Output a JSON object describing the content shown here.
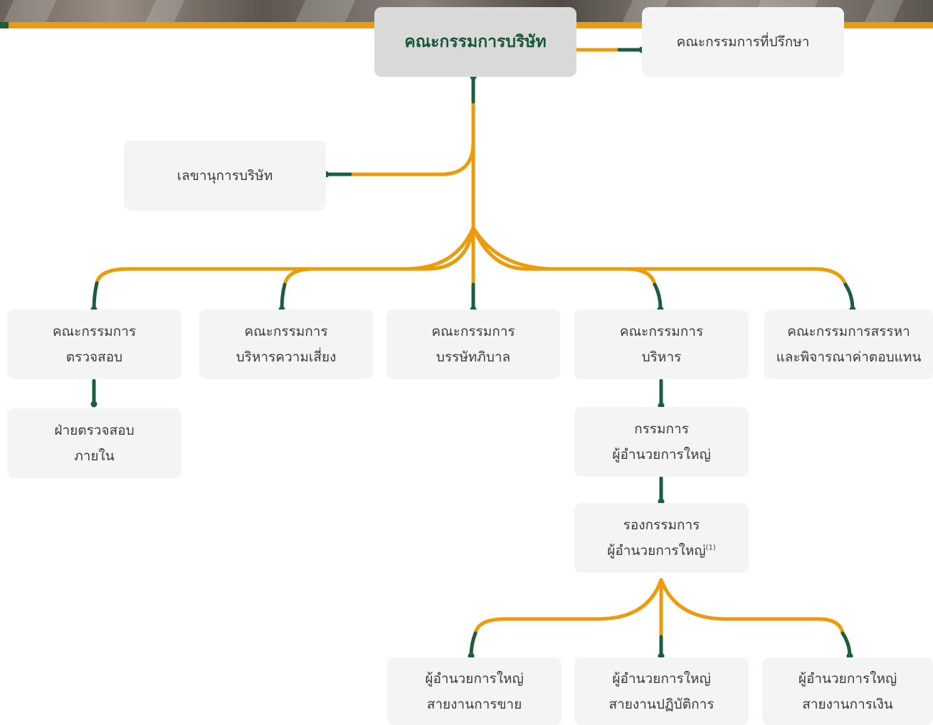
{
  "board": {
    "label": "คณะกรรมการบริษัท"
  },
  "advisory": {
    "label": "คณะกรรมการที่ปรึกษา"
  },
  "secretary": {
    "label": "เลขานุการบริษัท"
  },
  "committees": [
    {
      "line1": "คณะกรรมการ",
      "line2": "ตรวจสอบ"
    },
    {
      "line1": "คณะกรรมการ",
      "line2": "บริหารความเสี่ยง"
    },
    {
      "line1": "คณะกรรมการ",
      "line2": "บรรษัทภิบาล"
    },
    {
      "line1": "คณะกรรมการ",
      "line2": "บริหาร"
    },
    {
      "line1": "คณะกรรมการสรรหา",
      "line2": "และพิจารณาค่าตอบแทน"
    }
  ],
  "internal_audit": {
    "line1": "ฝ่ายตรวจสอบ",
    "line2": "ภายใน"
  },
  "president": {
    "line1": "กรรมการ",
    "line2": "ผู้อำนวยการใหญ่"
  },
  "senior_vp": {
    "line1": "รองกรรมการ",
    "line2": "ผู้อำนวยการใหญ่",
    "footnote": "(1)"
  },
  "divisions": [
    {
      "line1": "ผู้อำนวยการใหญ่",
      "line2": "สายงานการขาย"
    },
    {
      "line1": "ผู้อำนวยการใหญ่",
      "line2": "สายงานปฏิบัติการ"
    },
    {
      "line1": "ผู้อำนวยการใหญ่",
      "line2": "สายงานการเงิน"
    }
  ],
  "colors": {
    "orange": "#ee9b0b",
    "green": "#1a5e3c",
    "box": "#f4f4f4",
    "main_box": "#d9d9d9"
  }
}
